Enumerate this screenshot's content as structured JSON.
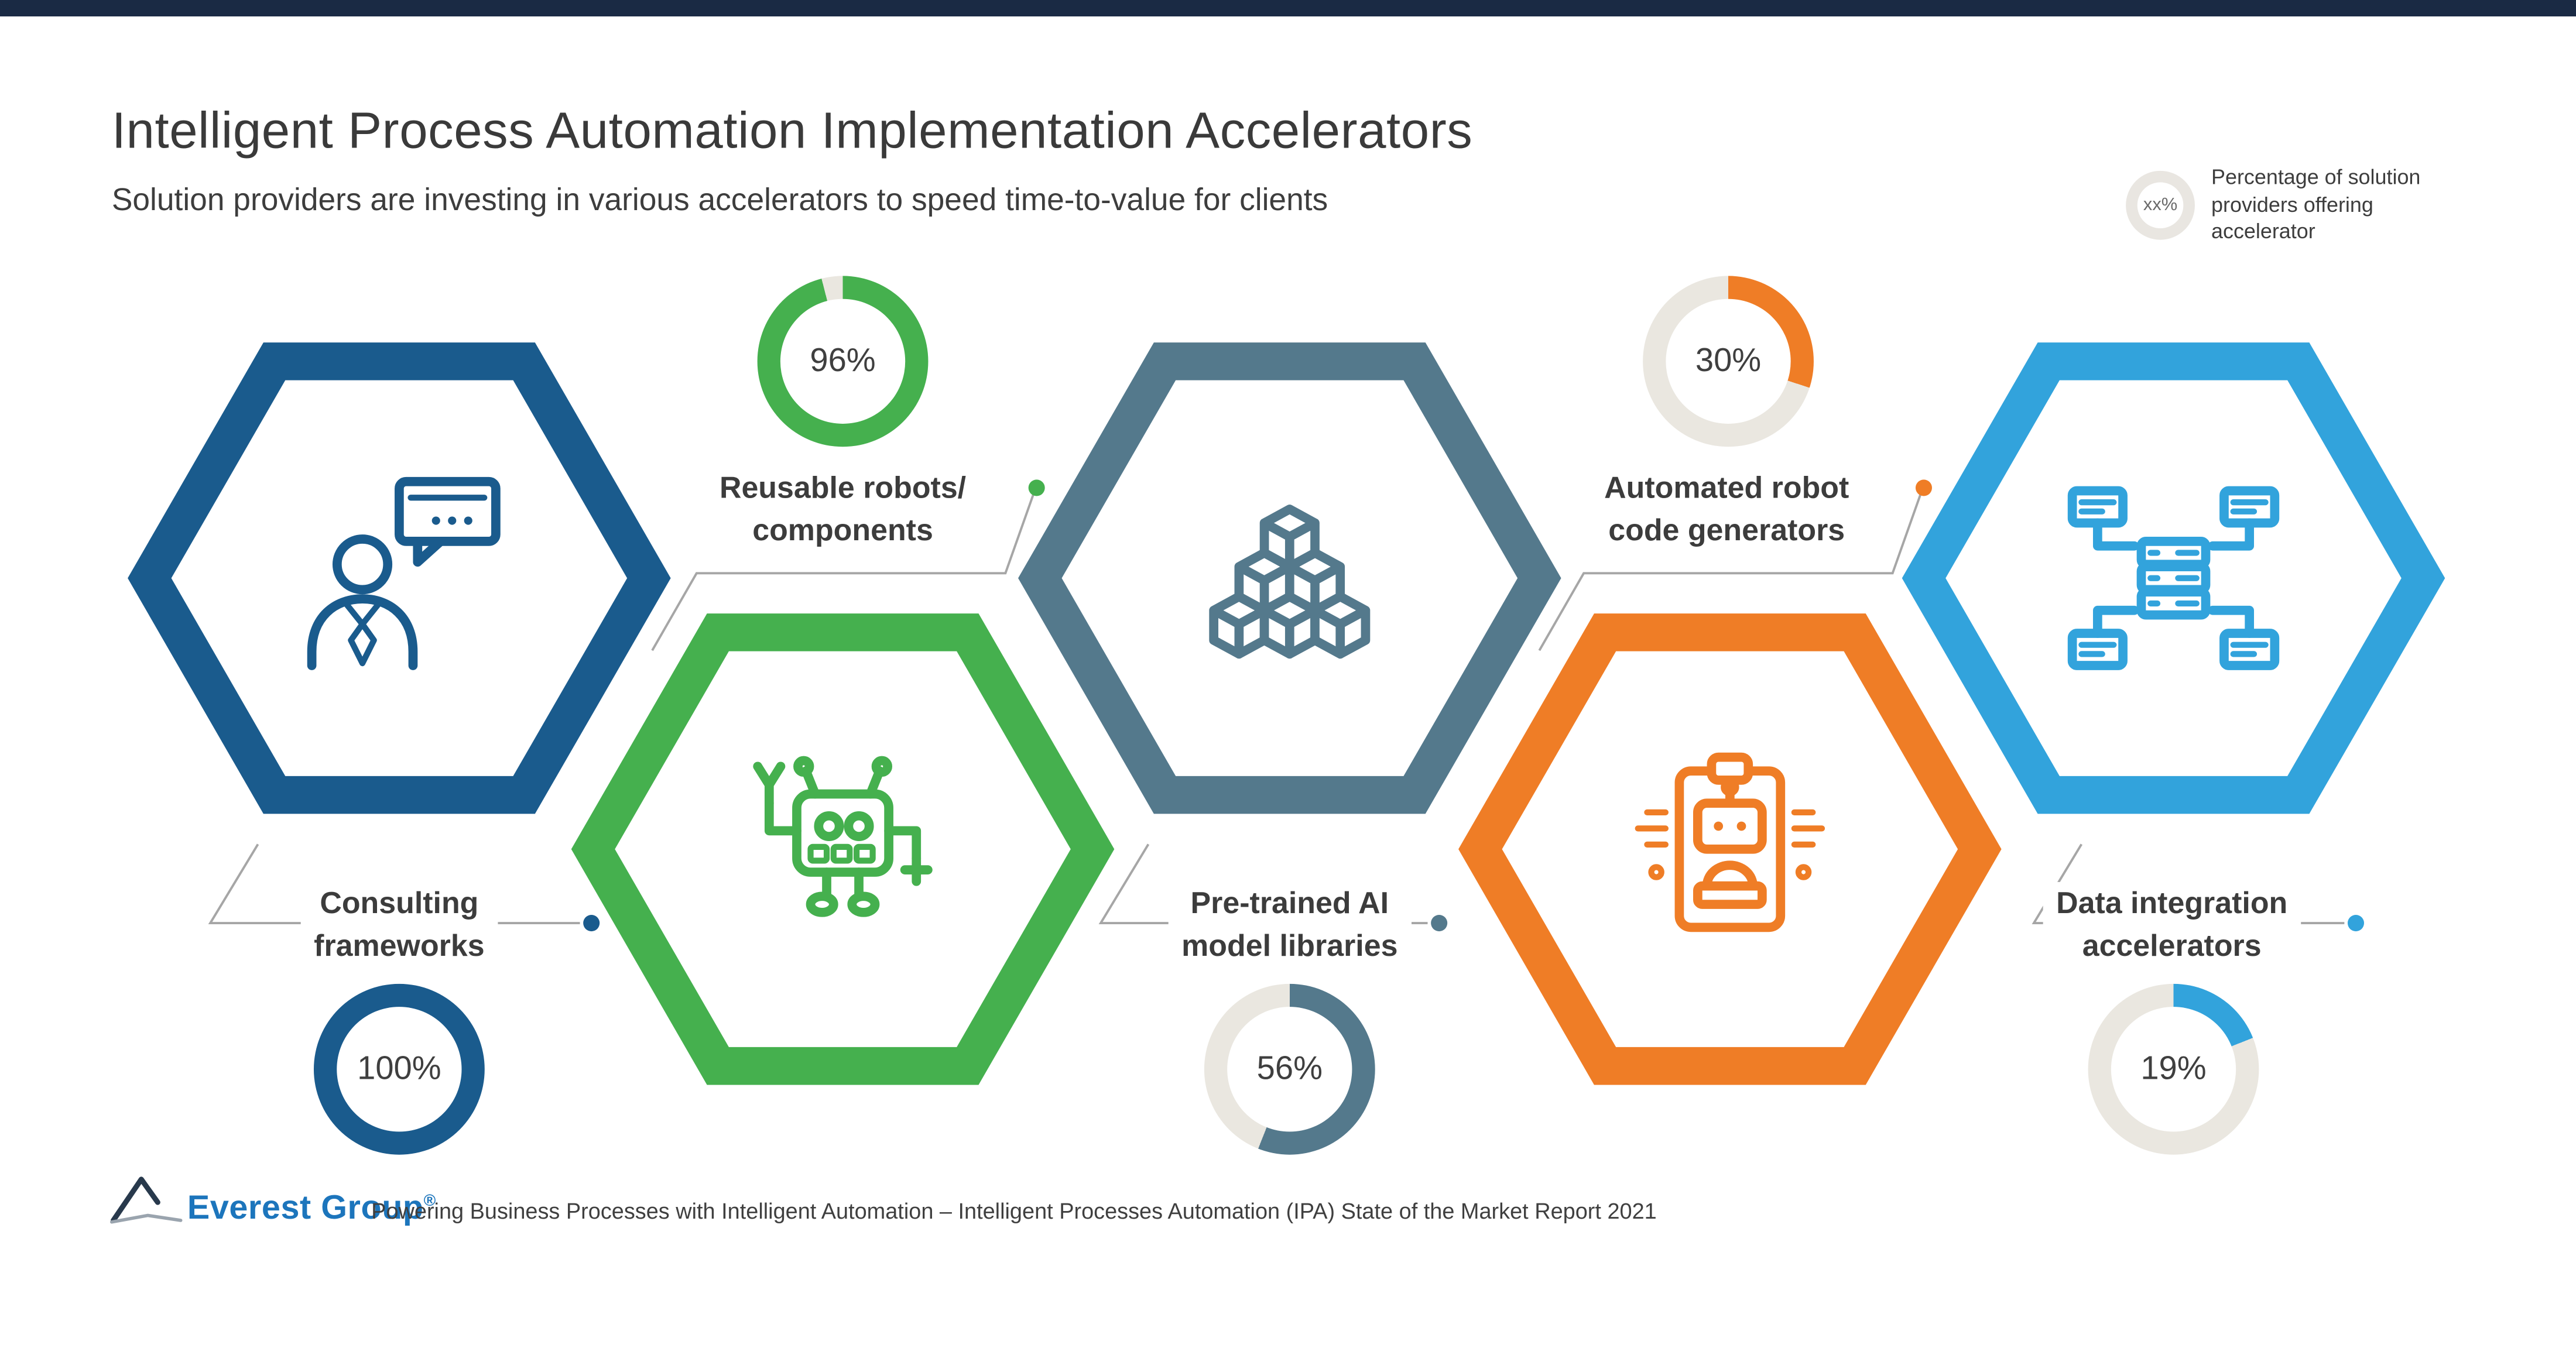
{
  "header": {
    "title": "Intelligent Process Automation Implementation Accelerators",
    "subtitle": "Solution providers are investing in various accelerators to speed time-to-value for clients"
  },
  "legend": {
    "badge": "xx%",
    "text": "Percentage of solution providers offering accelerator"
  },
  "ui": {
    "topbar_color": "#1A2A44",
    "donut_track": "#EAE7E0",
    "connector": "#A6A6A6",
    "logo_blue": "#1C75BC",
    "logo_navy": "#28394C"
  },
  "accelerators": [
    {
      "name": "Consulting frameworks",
      "line1": "Consulting",
      "line2": "frameworks",
      "percent": 100,
      "percent_label": "100%",
      "color": "#1A5B8D"
    },
    {
      "name": "Reusable robots/ components",
      "line1": "Reusable robots/",
      "line2": "components",
      "percent": 96,
      "percent_label": "96%",
      "color": "#45B04E"
    },
    {
      "name": "Pre-trained AI model libraries",
      "line1": "Pre-trained AI",
      "line2": "model libraries",
      "percent": 56,
      "percent_label": "56%",
      "color": "#54798C"
    },
    {
      "name": "Automated robot code generators",
      "line1": "Automated robot",
      "line2": "code generators",
      "percent": 30,
      "percent_label": "30%",
      "color": "#EF7D26"
    },
    {
      "name": "Data integration accelerators",
      "line1": "Data integration",
      "line2": "accelerators",
      "percent": 19,
      "percent_label": "19%",
      "color": "#32A3DC"
    }
  ],
  "footer": {
    "logo_text": "Everest Group",
    "logo_reg": "®",
    "source_text": "Powering Business Processes with Intelligent Automation – Intelligent Processes Automation (IPA) State of the Market Report 2021"
  },
  "chart_data": {
    "type": "pie",
    "title": "Intelligent Process Automation Implementation Accelerators",
    "subtitle": "Solution providers are investing in various accelerators to speed time-to-value for clients",
    "unit_note": "Percentage of solution providers offering accelerator; each value is a separate donut gauge",
    "categories": [
      "Consulting frameworks",
      "Reusable robots/ components",
      "Pre-trained AI model libraries",
      "Automated robot code generators",
      "Data integration accelerators"
    ],
    "values": [
      100,
      96,
      56,
      30,
      19
    ],
    "colors": [
      "#1A5B8D",
      "#45B04E",
      "#54798C",
      "#EF7D26",
      "#32A3DC"
    ],
    "source": "Everest Group — Powering Business Processes with Intelligent Automation – Intelligent Processes Automation (IPA) State of the Market Report 2021"
  }
}
